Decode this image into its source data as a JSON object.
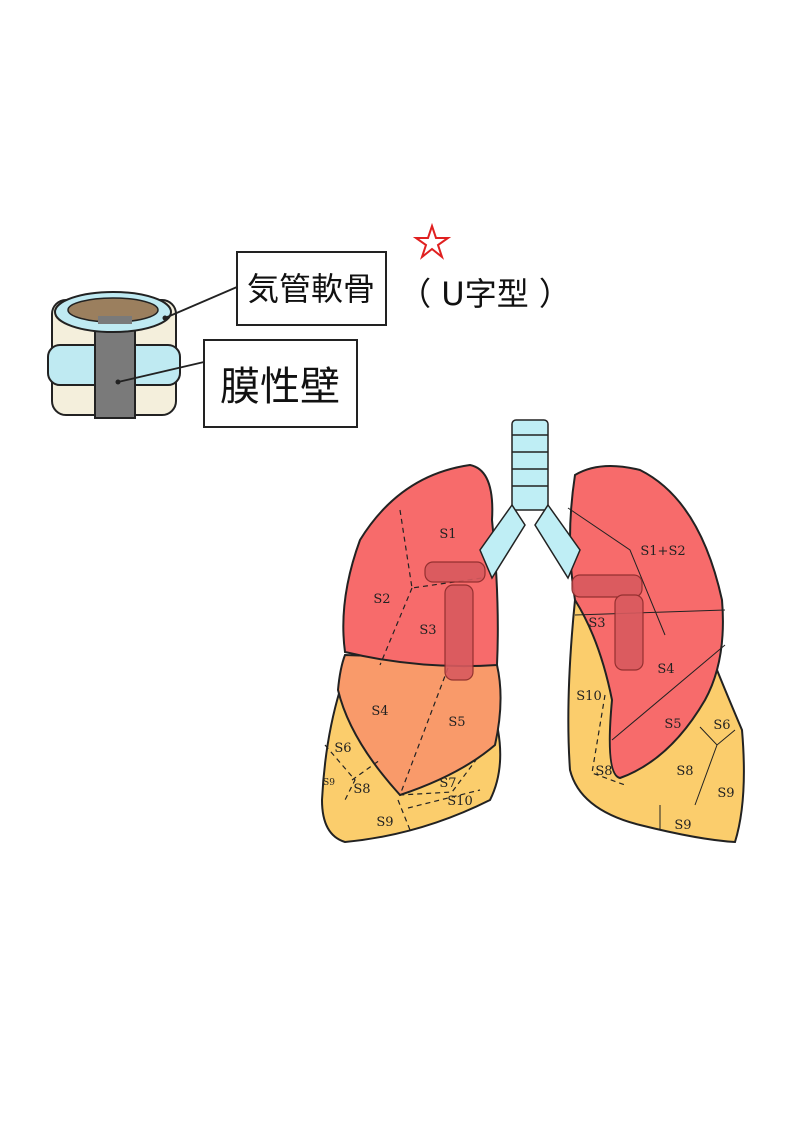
{
  "trachea_diagram": {
    "cartilage_label": "気管軟骨",
    "shape_note": "（ U字型 ）",
    "membrane_label": "膜性壁",
    "colors": {
      "cartilage": "#bfeaf2",
      "membrane": "#7a7a7a",
      "ring": "#f4efdc",
      "star": "#e02020"
    }
  },
  "lungs": {
    "right_lung_labels": [
      "S1",
      "S2",
      "S3",
      "S4",
      "S5",
      "S6",
      "S9",
      "S8",
      "S7",
      "S10",
      "S9"
    ],
    "left_lung_labels": [
      "S1+S2",
      "S3",
      "S4",
      "S5",
      "S10",
      "S6",
      "S8",
      "S8",
      "S9",
      "S9"
    ],
    "colors": {
      "upper": "#f76b6b",
      "middle": "#f99a6a",
      "lower": "#fbcd6c",
      "bronchi": "#bfeef5"
    }
  }
}
